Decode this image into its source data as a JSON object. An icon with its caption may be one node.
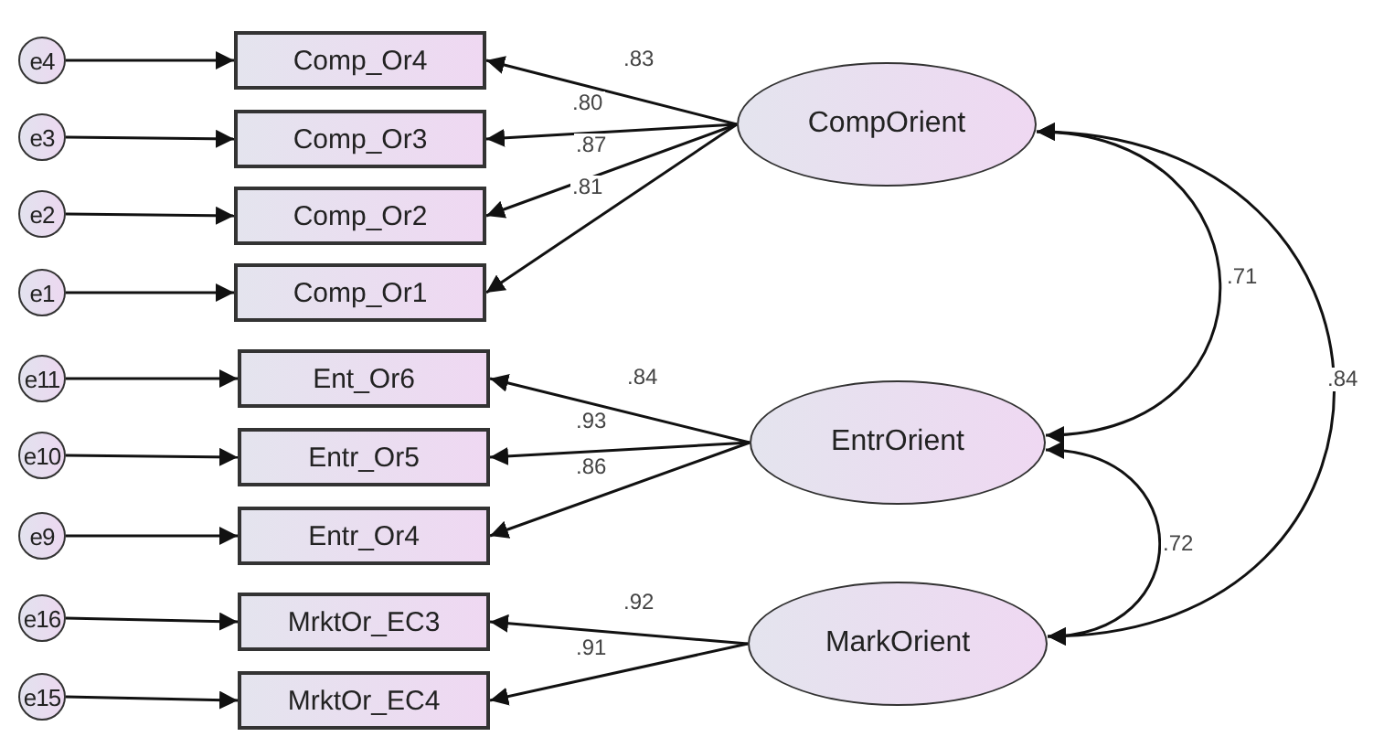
{
  "diagram": {
    "nodes": [
      {
        "text": [
          "e4"
        ]
      },
      {
        "text": [
          "e3"
        ]
      },
      {
        "text": [
          "e2"
        ]
      },
      {
        "text": [
          "e1"
        ]
      },
      {
        "text": [
          "e11"
        ]
      },
      {
        "text": [
          "e10"
        ]
      },
      {
        "text": [
          "e9"
        ]
      },
      {
        "text": [
          "e16"
        ]
      },
      {
        "text": [
          "e15"
        ]
      },
      {
        "text": [
          "Comp_Or4"
        ]
      },
      {
        "text": [
          "Comp_Or3"
        ]
      },
      {
        "text": [
          "Comp_Or2"
        ]
      },
      {
        "text": [
          "Comp_Or1"
        ]
      },
      {
        "text": [
          "Ent_Or6"
        ]
      },
      {
        "text": [
          "Entr_Or5"
        ]
      },
      {
        "text": [
          "Entr_Or4"
        ]
      },
      {
        "text": [
          "MrktOr_EC3"
        ]
      },
      {
        "text": [
          "MrktOr_EC4"
        ]
      },
      {
        "text": [
          "CompOrient"
        ]
      },
      {
        "text": [
          "EntrOrient"
        ]
      },
      {
        "text": [
          "MarkOrient"
        ]
      }
    ],
    "edges": [
      {
        "from": 0,
        "to": 9,
        "arrow": "to"
      },
      {
        "from": 1,
        "to": 10,
        "arrow": "to"
      },
      {
        "from": 2,
        "to": 11,
        "arrow": "to"
      },
      {
        "from": 3,
        "to": 12,
        "arrow": "to"
      },
      {
        "from": 4,
        "to": 13,
        "arrow": "to"
      },
      {
        "from": 5,
        "to": 14,
        "arrow": "to"
      },
      {
        "from": 6,
        "to": 15,
        "arrow": "to"
      },
      {
        "from": 7,
        "to": 16,
        "arrow": "to"
      },
      {
        "from": 8,
        "to": 17,
        "arrow": "to"
      },
      {
        "from": 18,
        "to": 9,
        "label": ".83",
        "arrow": "to"
      },
      {
        "from": 18,
        "to": 10,
        "label": ".80",
        "arrow": "to"
      },
      {
        "from": 18,
        "to": 11,
        "label": ".87",
        "arrow": "to"
      },
      {
        "from": 18,
        "to": 12,
        "label": ".81",
        "arrow": "to"
      },
      {
        "from": 19,
        "to": 13,
        "label": ".84",
        "arrow": "to"
      },
      {
        "from": 19,
        "to": 14,
        "label": ".93",
        "arrow": "to"
      },
      {
        "from": 19,
        "to": 15,
        "label": ".86",
        "arrow": "to"
      },
      {
        "from": 20,
        "to": 16,
        "label": ".92",
        "arrow": "to"
      },
      {
        "from": 20,
        "to": 17,
        "label": ".91",
        "arrow": "to"
      },
      {
        "from": 18,
        "to": 19,
        "label": ".71",
        "arrow": "both"
      },
      {
        "from": 19,
        "to": 20,
        "label": ".72",
        "arrow": "both"
      },
      {
        "from": 18,
        "to": 20,
        "label": ".84",
        "arrow": "both"
      }
    ]
  }
}
